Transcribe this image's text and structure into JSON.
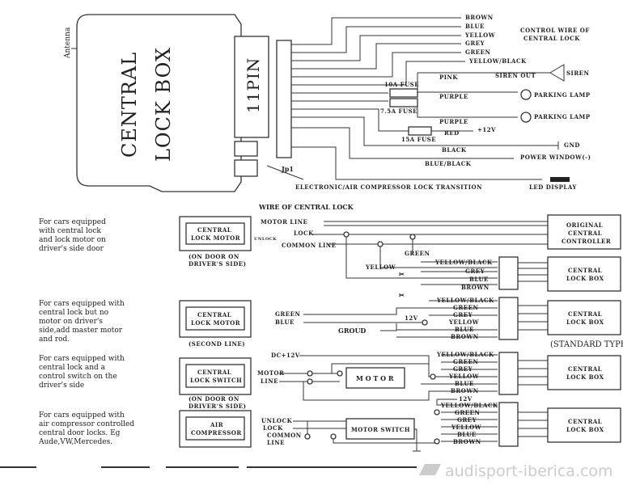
{
  "top": {
    "antenna": "Antenna",
    "box_line1": "CENTRAL",
    "box_line2": "LOCK BOX",
    "pin": "11PIN",
    "jp1": "Jp1",
    "wires": [
      "BROWN",
      "BLUE",
      "YELLOW",
      "GREY",
      "GREEN",
      "YELLOW/BLACK"
    ],
    "control_wire_1": "CONTROL WIRE OF",
    "control_wire_2": "CENTRAL LOCK",
    "pink": "PINK",
    "siren_out": "SIREN OUT",
    "siren": "SIREN",
    "fuse_10a": "10A FUSE",
    "fuse_75a": "7.5A FUSE",
    "fuse_15a": "15A FUSE",
    "purple1": "PURPLE",
    "purple2": "PURPLE",
    "parking_lamp1": "PARKING LAMP",
    "parking_lamp2": "PARKING LAMP",
    "red": "RED",
    "plus12v": "+12V",
    "black": "BLACK",
    "gnd": "GND",
    "blue_black": "BLUE/BLACK",
    "power_window": "POWER WINDOW(-)",
    "transition": "ELECTRONIC/AIR COMPRESSOR LOCK TRANSITION",
    "led_display": "LED DISPLAY"
  },
  "section_title": "WIRE OF CENTRAL LOCK",
  "standard_type": "(STANDARD TYPE)",
  "connector_labels": [
    "YELLOW/BLACK",
    "GREEN",
    "GREY",
    "YELLOW",
    "BLUE",
    "BROWN"
  ],
  "central_lock_box": [
    "CENTRAL",
    "LOCK BOX"
  ],
  "s1": {
    "desc": [
      "For cars equipped",
      "with central lock",
      "and lock motor on",
      "driver's side door"
    ],
    "box": [
      "CENTRAL",
      "LOCK MOTOR"
    ],
    "note": [
      "(ON DOOR ON",
      "DRIVER'S SIDE)"
    ],
    "motor_line": "MOTOR LINE",
    "lock": "LOCK",
    "unlock": "UNLOCK",
    "common_line": "COMMON LINE",
    "controller": [
      "ORIGINAL",
      "CENTRAL",
      "CONTROLLER"
    ],
    "green": "GREEN",
    "yellow": "YELLOW",
    "labels": [
      "YELLOW/BLACK",
      "GREY",
      "BLUE",
      "BROWN"
    ]
  },
  "s2": {
    "desc": [
      "For cars equipped with",
      "central lock but no",
      "motor on driver's",
      "side,add master motor",
      "and rod."
    ],
    "box": [
      "CENTRAL",
      "LOCK MOTOR"
    ],
    "note": "(SECOND LINE)",
    "green": "GREEN",
    "blue": "BLUE",
    "ground": "GROUD",
    "v12": "12V"
  },
  "s3": {
    "desc": [
      "For cars equipped with",
      "central lock and a",
      "control switch on the",
      "driver's side"
    ],
    "box": [
      "CENTRAL",
      "LOCK SWITCH"
    ],
    "note": [
      "(ON DOOR ON",
      "DRIVER'S SIDE)"
    ],
    "dc12": "DC+12V",
    "motor_line": [
      "MOTOR",
      "LINE"
    ],
    "motor": "M O T O R"
  },
  "s4": {
    "desc": [
      "For cars equipped with",
      "air compressor controlled",
      "central door locks. Eg",
      "Aude,VW,Mercedes."
    ],
    "box": [
      "AIR",
      "COMPRESSOR"
    ],
    "unlock": "UNLOCK",
    "lock": "LOCK",
    "common": [
      "COMMON",
      "LINE"
    ],
    "motor_switch": "MOTOR SWITCH",
    "v12": "12V"
  },
  "watermark": "audisport-iberica.com"
}
